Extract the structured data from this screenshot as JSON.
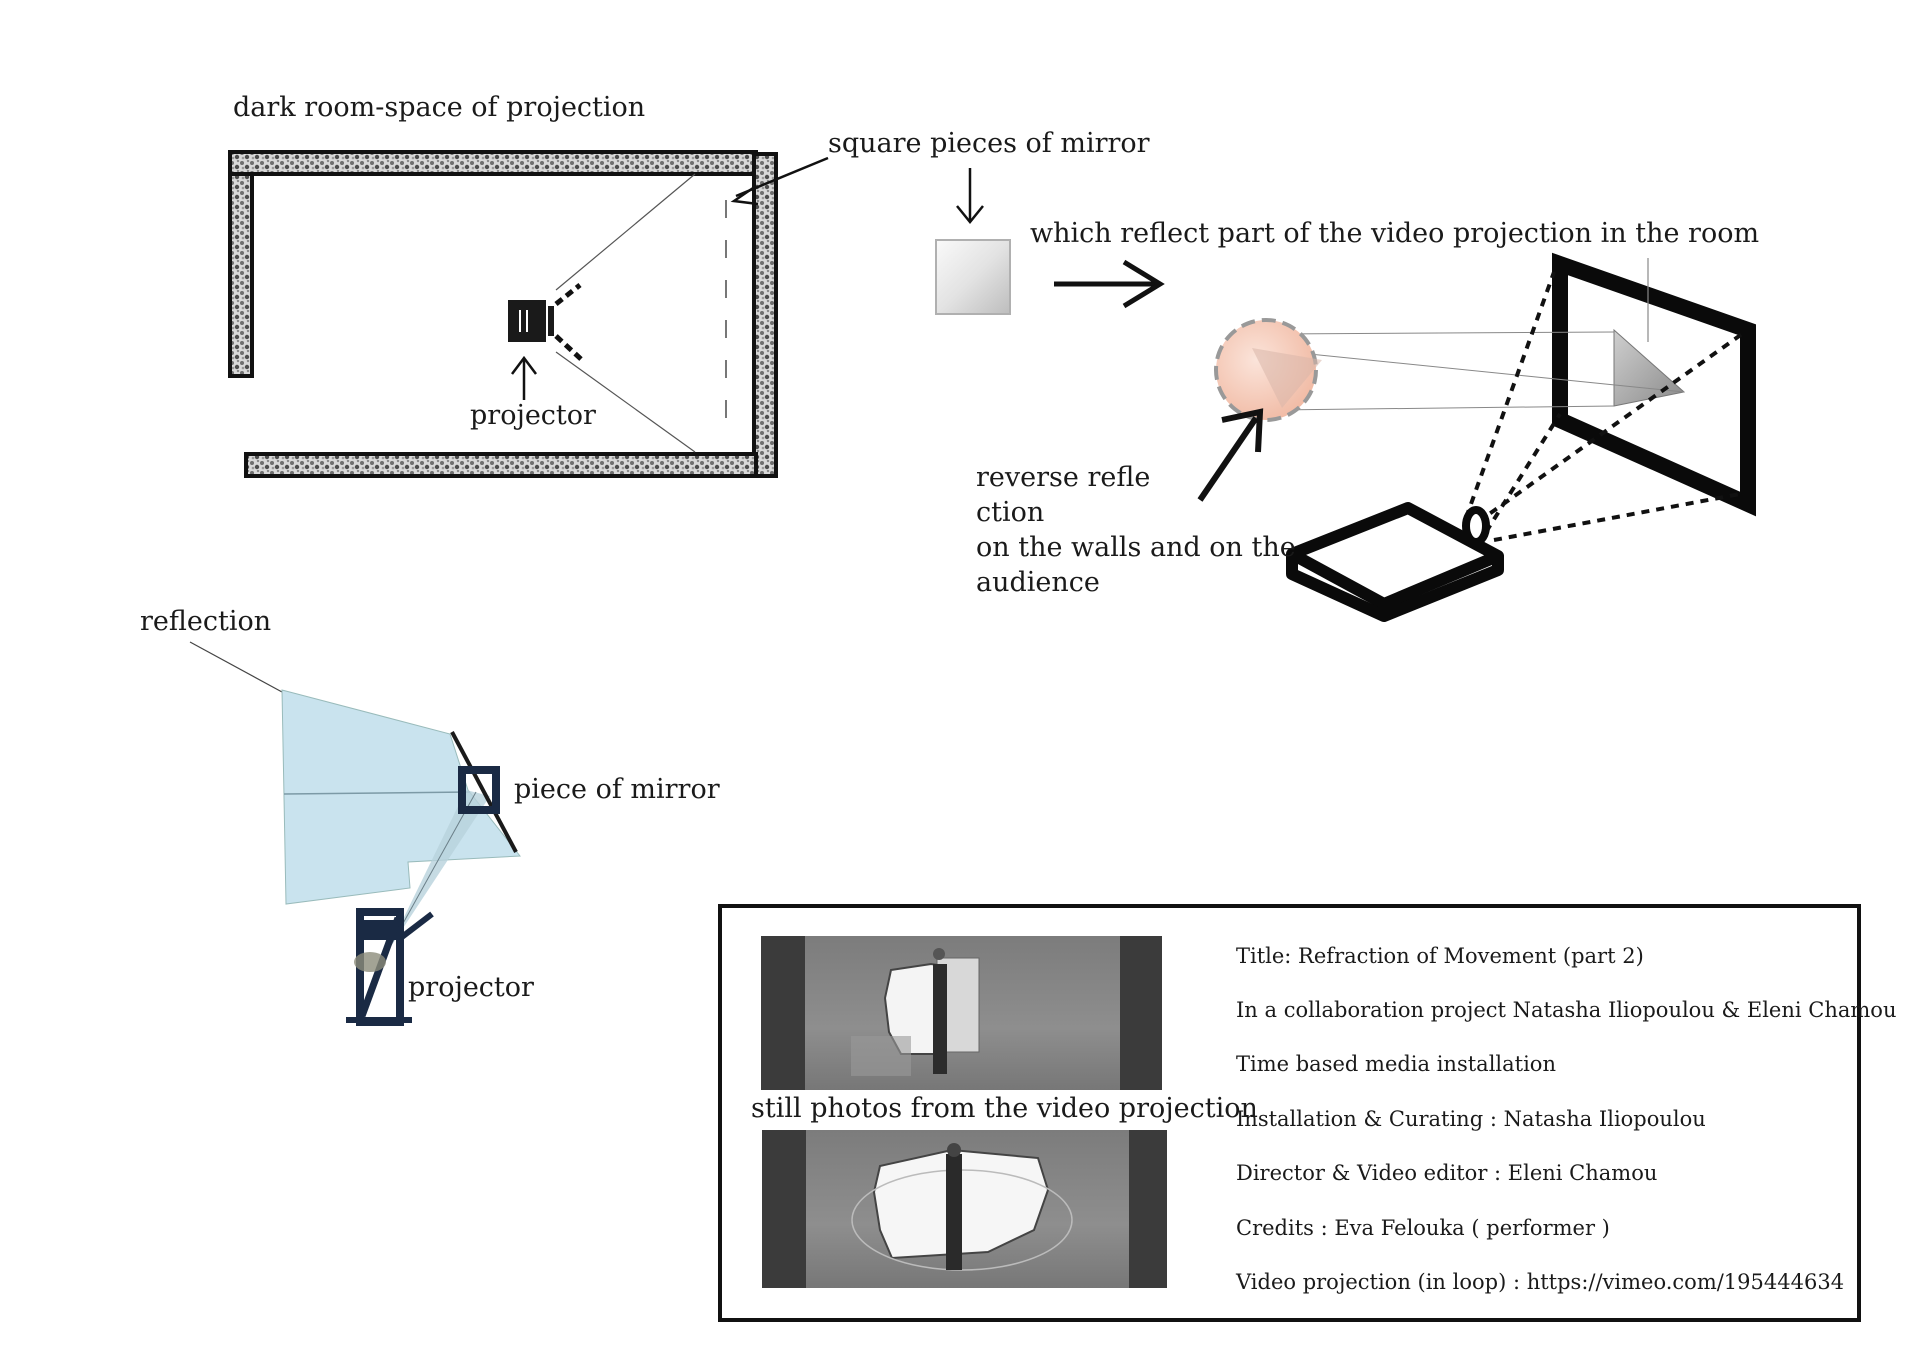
{
  "labels": {
    "dark_room": "dark room-space of projection",
    "square_mirrors": "square pieces of mirror",
    "which_reflect": "which reflect part of the video projection in the room",
    "projector_plan": "projector",
    "reverse_reflection_lines": [
      "reverse refle",
      "ction",
      "on the walls and on the",
      "audience"
    ],
    "reflection": "reflection",
    "piece_of_mirror": "piece of mirror",
    "projector_side": "projector"
  },
  "info": {
    "stills_caption": "still photos from the video projection",
    "lines": [
      "Title: Refraction of Movement (part 2)",
      "In a collaboration project Natasha Iliopoulou & Eleni Chamou",
      "Time based media installation",
      "Installation & Curating : Natasha Iliopoulou",
      "Director & Video editor : Eleni Chamou",
      "Credits : Eva Felouka ( performer )",
      "Video projection (in loop) : https://vimeo.com/195444634"
    ]
  },
  "icons": [
    "projector-icon",
    "mirror-square-icon",
    "arrow-right-icon",
    "arrow-down-icon",
    "arrow-up-icon"
  ],
  "colors": {
    "ink": "#1a1a1a",
    "wall_pattern": "#9a9a9a",
    "reflection_fill": "#c9e3ee",
    "reflection_glow": "#f3c9b8"
  }
}
